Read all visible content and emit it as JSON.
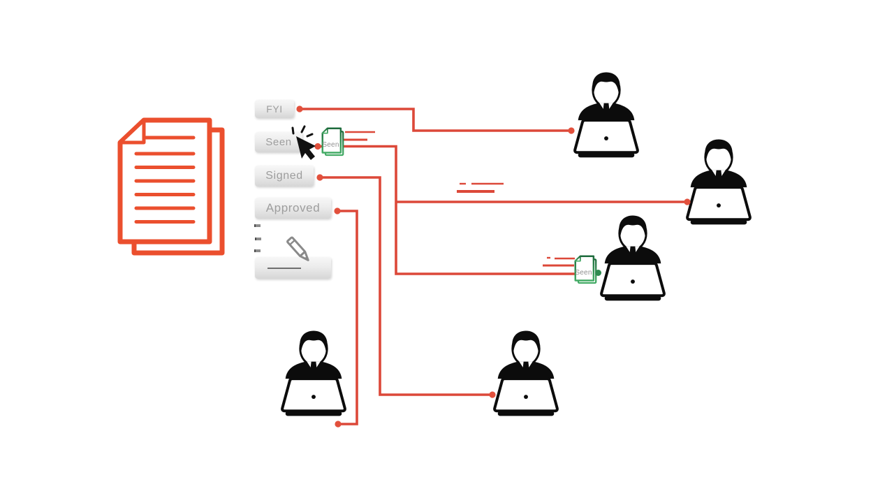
{
  "colors": {
    "background": "#ffffff",
    "connector_red": "#dc4839",
    "dot_red": "#e2503c",
    "document_orange": "#eb4f2e",
    "doc_green_dark": "#1e6b3c",
    "doc_green_light": "#44ac66",
    "dot_green": "#2f8a50",
    "button_text": "#9d9d9d",
    "pencil_gray": "#8a8a8a",
    "doc_label_gray": "#8f8f8f"
  },
  "buttons": {
    "fyi": {
      "label": "FYI"
    },
    "seen": {
      "label": "Seen"
    },
    "signed": {
      "label": "Signed"
    },
    "approved": {
      "label": "Approved"
    }
  },
  "sign_button": {
    "icon": "pencil-icon",
    "has_signature_line": true
  },
  "source_document": {
    "icon": "document-stack-icon",
    "text_line_count": 7
  },
  "transit_documents": [
    {
      "label": "Seen"
    },
    {
      "label": "Seen"
    }
  ],
  "recipients": {
    "count": 5,
    "icon": "person-laptop-icon"
  },
  "cursor": {
    "icon": "cursor-click-icon"
  }
}
